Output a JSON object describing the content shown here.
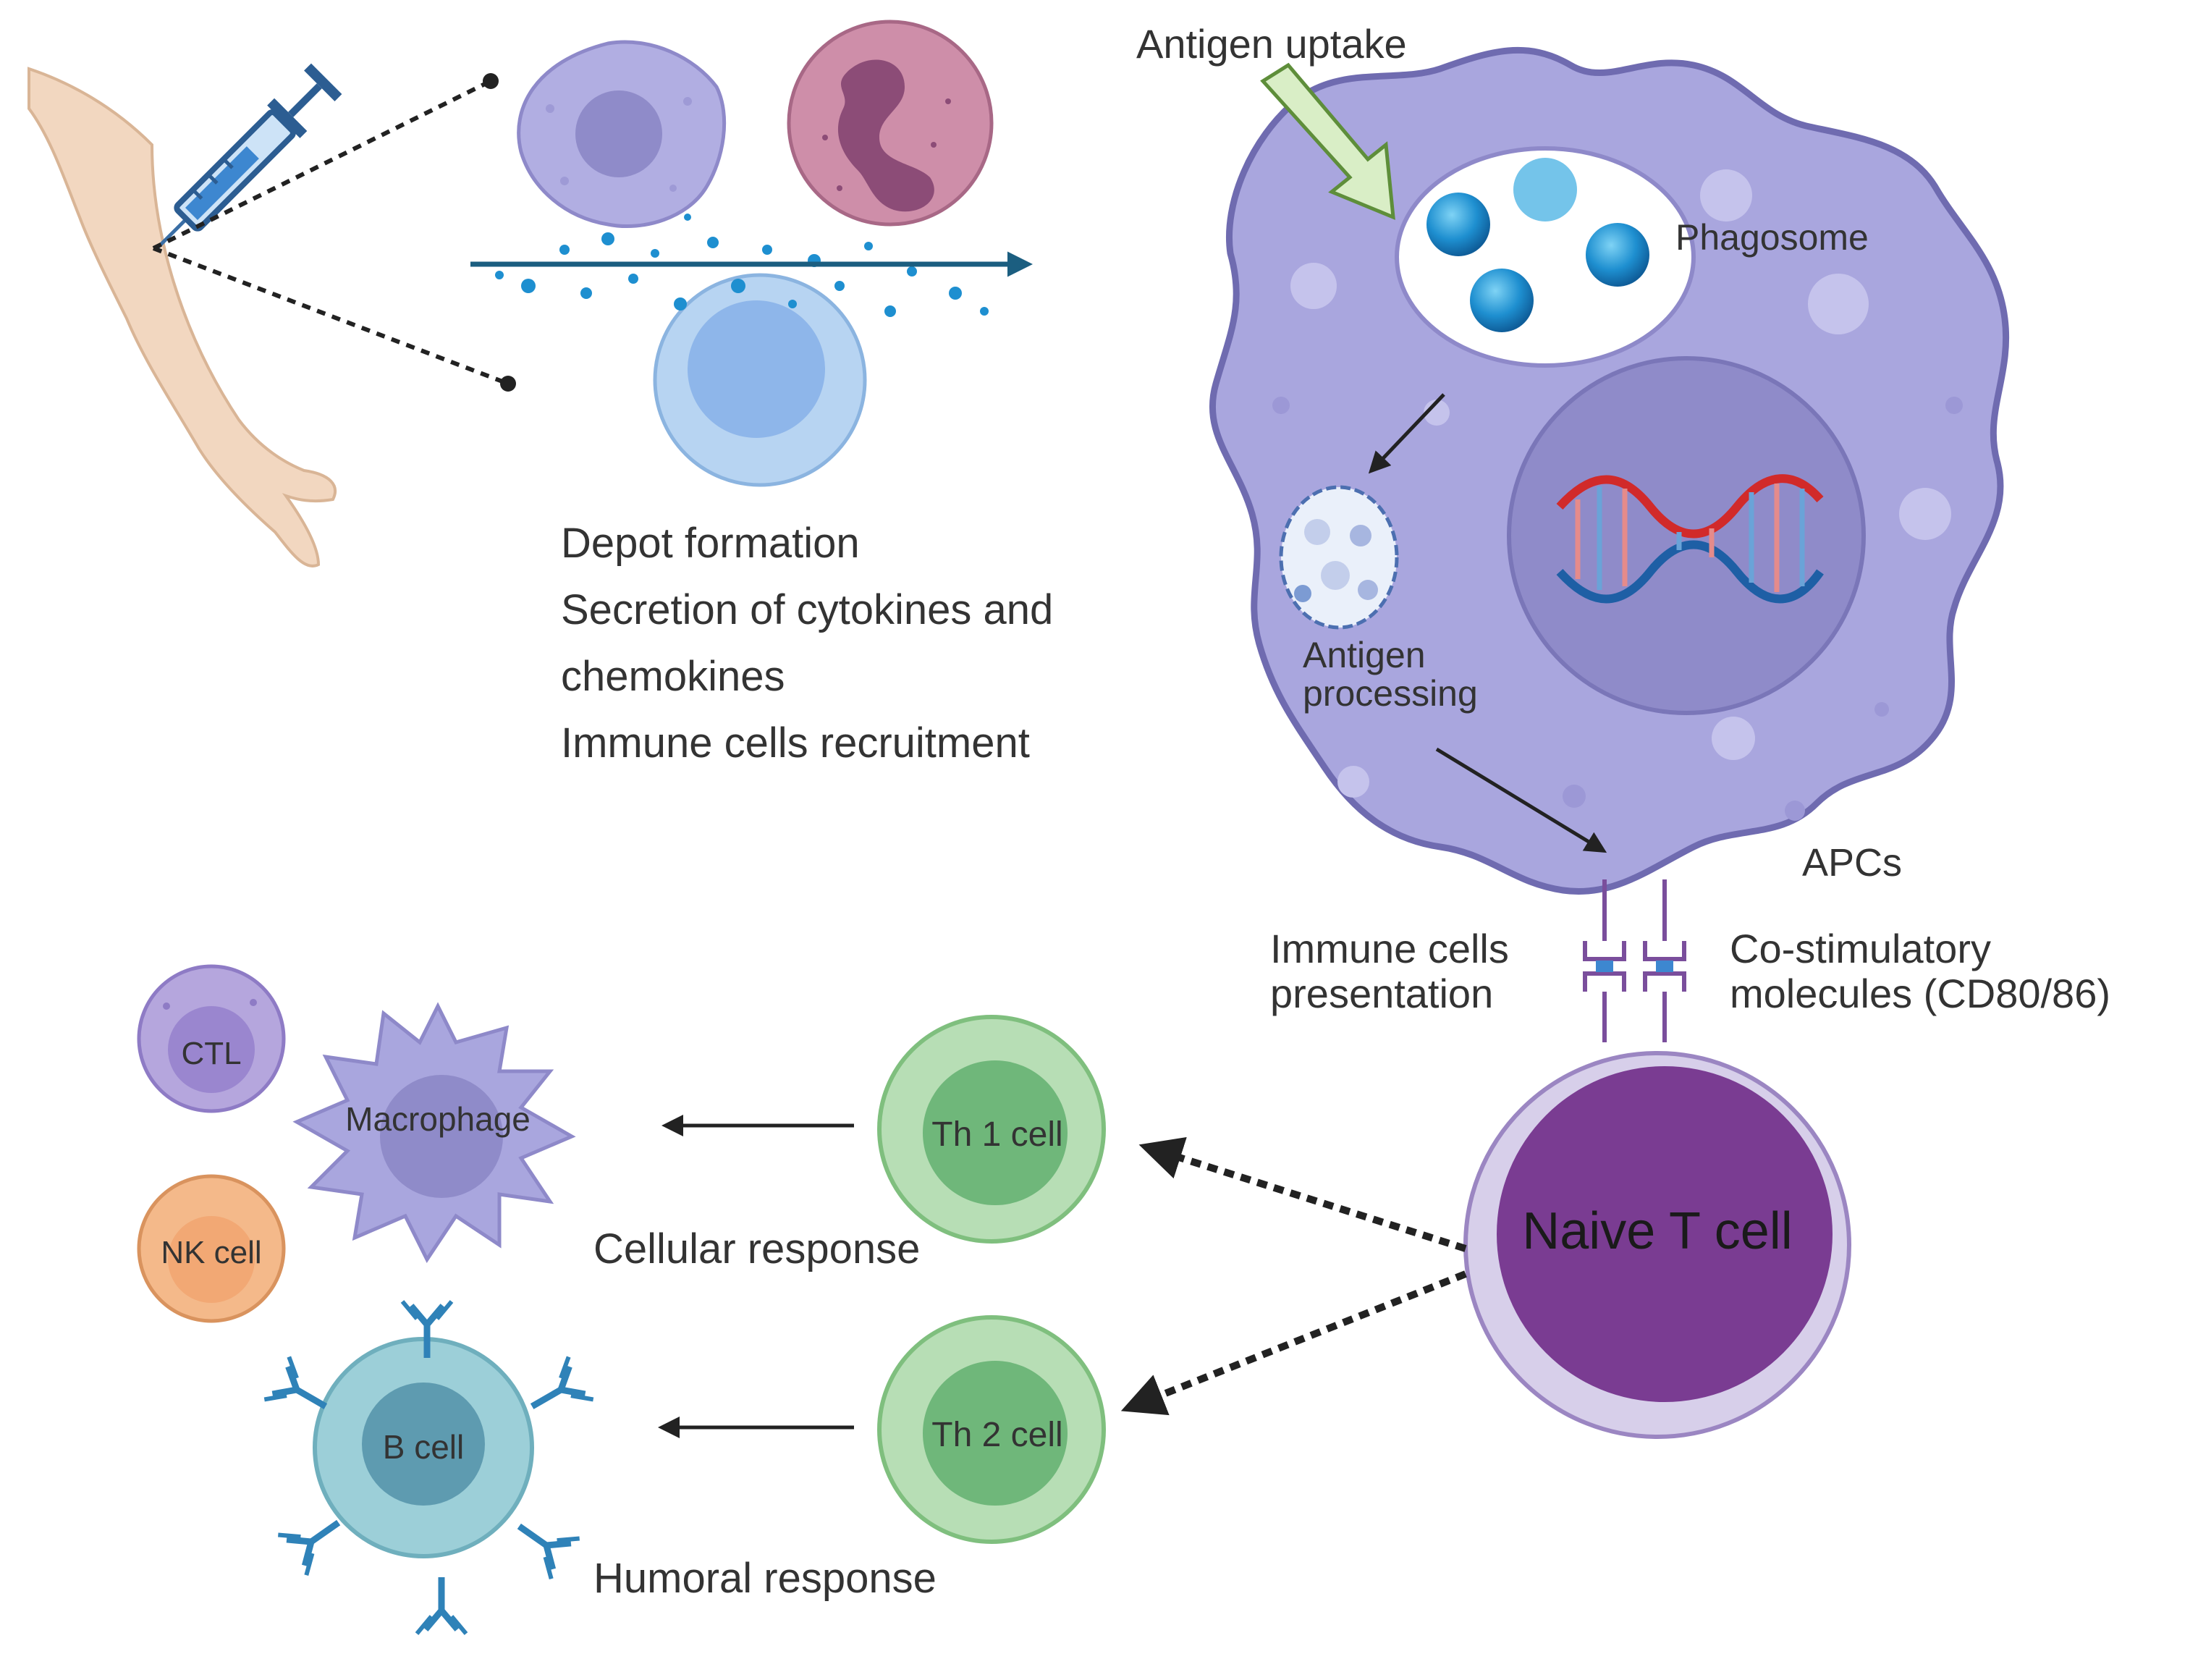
{
  "labels": {
    "antigen_uptake": "Antigen uptake",
    "phagosome": "Phagosome",
    "antigen_processing_line1": "Antigen",
    "antigen_processing_line2": "processing",
    "apcs": "APCs",
    "depot_lines": [
      "Depot formation",
      "Secretion of cytokines and",
      "chemokines",
      "Immune cells recruitment"
    ],
    "immune_presentation_line1": "Immune cells",
    "immune_presentation_line2": "presentation",
    "costim_line1": "Co-stimulatory",
    "costim_line2": "molecules (CD80/86)",
    "naive_t_cell": "Naive T cell",
    "th1_cell": "Th 1 cell",
    "th2_cell": "Th 2 cell",
    "ctl": "CTL",
    "macrophage": "Macrophage",
    "nk_cell": "NK cell",
    "b_cell": "B cell",
    "cellular_response": "Cellular response",
    "humoral_response": "Humoral response"
  },
  "icons": [
    "arm-icon",
    "syringe-icon",
    "monocyte-icon",
    "neutrophil-icon",
    "lymphocyte-icon",
    "apc-cell-icon",
    "phagosome-icon",
    "dna-icon",
    "receptor-icon",
    "antibody-icon"
  ],
  "colors": {
    "apc_body": "#A9A6DE",
    "apc_outline": "#6F6BB0",
    "nucleus": "#8F8BC9",
    "naive_t_cell": "#7A3C92",
    "th_cell": "#A9D9A8",
    "b_cell": "#9CCFD8",
    "nk_cell": "#F4B98A",
    "dna_red": "#D12A2A",
    "dna_blue": "#1E5FA5",
    "antigen": "#1E8FD0"
  }
}
